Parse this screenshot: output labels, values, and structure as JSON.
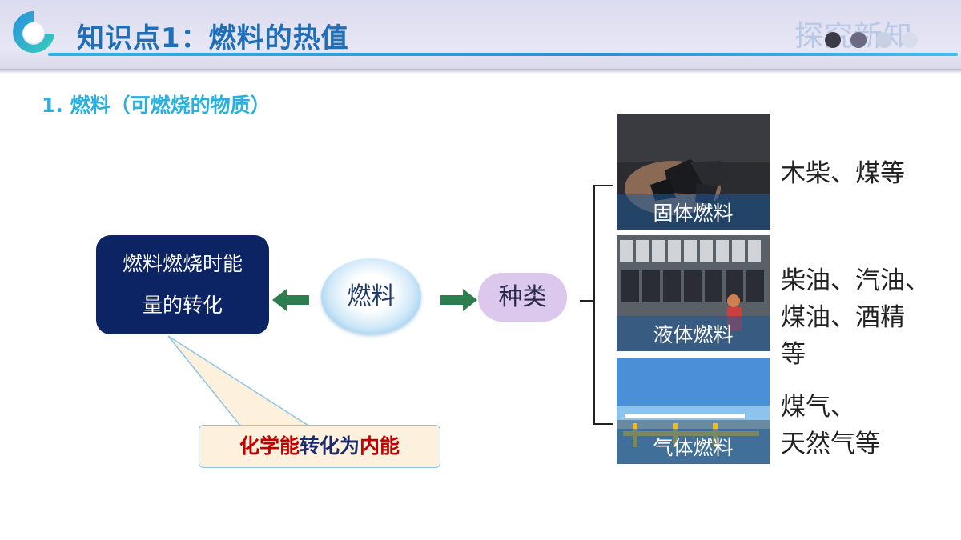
{
  "header": {
    "title": "知识点1：燃料的热值",
    "tag": "探究新知"
  },
  "section": {
    "heading": "1. 燃料（可燃烧的物质）"
  },
  "diagram": {
    "conversion_line1": "燃料燃烧时能",
    "conversion_line2": "量的转化",
    "center_label": "燃料",
    "kinds_label": "种类",
    "callout": {
      "part1": "化学能",
      "part2": "转化为",
      "part3": "内能"
    }
  },
  "categories": [
    {
      "label": "固体燃料",
      "examples": [
        "木柴、煤等"
      ]
    },
    {
      "label": "液体燃料",
      "examples": [
        "柴油、汽油、",
        "煤油、酒精",
        "等"
      ]
    },
    {
      "label": "气体燃料",
      "examples": [
        "煤气、",
        "天然气等"
      ]
    }
  ],
  "colors": {
    "title": "#1f6fb8",
    "section": "#2ab0e0",
    "conversion_box": "#0d2464",
    "arrow": "#2e7d4f",
    "callout_red": "#c00000",
    "callout_navy": "#1c2a6e"
  }
}
